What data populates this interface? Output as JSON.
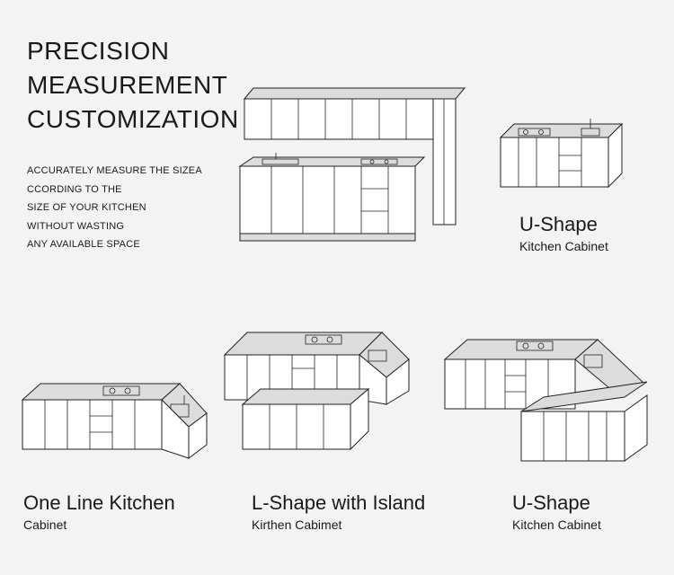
{
  "headline": {
    "line1": "PRECISION",
    "line2": "MEASUREMENT",
    "line3": "CUSTOMIZATION"
  },
  "description": {
    "line1": "ACCURATELY MEASURE THE SIZEA",
    "line2": "CCORDING TO THE",
    "line3": "SIZE OF YOUR KITCHEN",
    "line4": "WITHOUT WASTING",
    "line5": "ANY AVAILABLE SPACE"
  },
  "captions": {
    "top_right": {
      "title": "U-Shape",
      "subtitle": "Kitchen Cabinet"
    },
    "one_line": {
      "title": "One Line Kitchen",
      "subtitle": "Cabinet"
    },
    "l_shape": {
      "title": "L-Shape with Island",
      "subtitle": "Kirthen Cabimet"
    },
    "u_shape": {
      "title": "U-Shape",
      "subtitle": "Kitchen Cabinet"
    }
  }
}
